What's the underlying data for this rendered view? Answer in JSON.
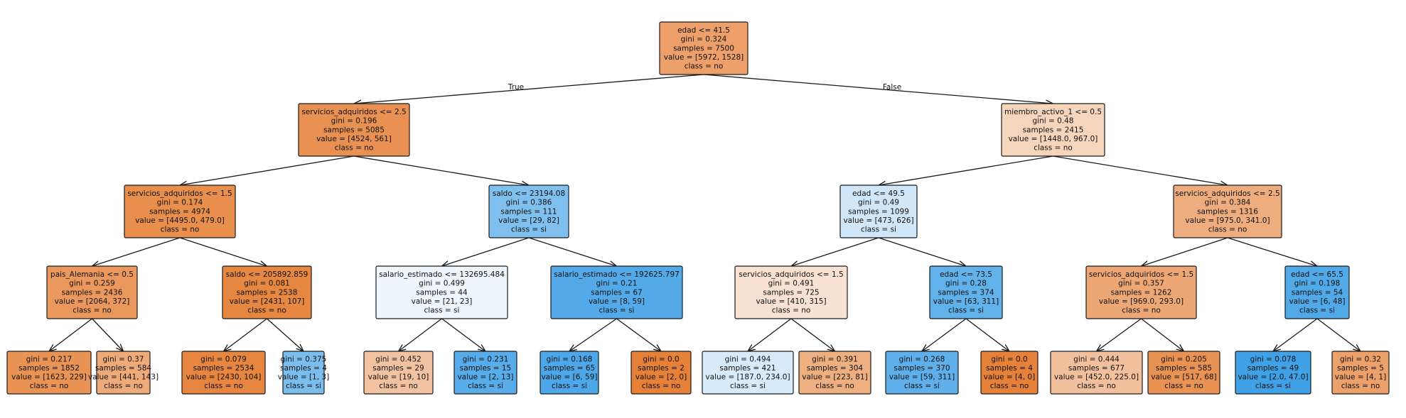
{
  "edge_labels": {
    "left": "True",
    "right": "False"
  },
  "nodes": [
    {
      "id": "n0",
      "lines": [
        "edad <= 41.5",
        "gini = 0.324",
        "samples = 7500",
        "value = [5972, 1528]",
        "class = no"
      ],
      "fill": "#eda06a",
      "children": [
        "n1",
        "n16"
      ]
    },
    {
      "id": "n1",
      "lines": [
        "servicios_adquiridos <= 2.5",
        "gini = 0.196",
        "samples = 5085",
        "value = [4524, 561]",
        "class = no"
      ],
      "fill": "#e99152",
      "children": [
        "n2",
        "n9"
      ]
    },
    {
      "id": "n2",
      "lines": [
        "servicios_adquiridos <= 1.5",
        "gini = 0.174",
        "samples = 4974",
        "value = [4495.0, 479.0]",
        "class = no"
      ],
      "fill": "#e88f4e",
      "children": [
        "n3",
        "n6"
      ]
    },
    {
      "id": "n3",
      "lines": [
        "pais_Alemania <= 0.5",
        "gini = 0.259",
        "samples = 2436",
        "value = [2064, 372]",
        "class = no"
      ],
      "fill": "#ea985d",
      "children": [
        "n4",
        "n5"
      ]
    },
    {
      "id": "n4",
      "lines": [
        "gini = 0.217",
        "samples = 1852",
        "value = [1623, 229]",
        "class = no"
      ],
      "fill": "#e99355",
      "children": []
    },
    {
      "id": "n5",
      "lines": [
        "gini = 0.37",
        "samples = 584",
        "value = [441, 143]",
        "class = no"
      ],
      "fill": "#eeaa79",
      "children": []
    },
    {
      "id": "n6",
      "lines": [
        "saldo <= 205892.859",
        "gini = 0.081",
        "samples = 2538",
        "value = [2431, 107]",
        "class = no"
      ],
      "fill": "#e68742",
      "children": [
        "n7",
        "n8"
      ]
    },
    {
      "id": "n7",
      "lines": [
        "gini = 0.079",
        "samples = 2534",
        "value = [2430, 104]",
        "class = no"
      ],
      "fill": "#e68641",
      "children": []
    },
    {
      "id": "n8",
      "lines": [
        "gini = 0.375",
        "samples = 4",
        "value = [1, 3]",
        "class = si"
      ],
      "fill": "#7bbeee",
      "children": []
    },
    {
      "id": "n9",
      "lines": [
        "saldo <= 23194.08",
        "gini = 0.386",
        "samples = 111",
        "value = [29, 82]",
        "class = si"
      ],
      "fill": "#7fc0ee",
      "children": [
        "n10",
        "n13"
      ]
    },
    {
      "id": "n10",
      "lines": [
        "salario_estimado <= 132695.484",
        "gini = 0.499",
        "samples = 44",
        "value = [21, 23]",
        "class = si"
      ],
      "fill": "#eef6fd",
      "children": [
        "n11",
        "n12"
      ]
    },
    {
      "id": "n11",
      "lines": [
        "gini = 0.452",
        "samples = 29",
        "value = [19, 10]",
        "class = no"
      ],
      "fill": "#f3c3a1",
      "children": []
    },
    {
      "id": "n12",
      "lines": [
        "gini = 0.231",
        "samples = 15",
        "value = [2, 13]",
        "class = si"
      ],
      "fill": "#57ace9",
      "children": []
    },
    {
      "id": "n13",
      "lines": [
        "salario_estimado <= 192625.797",
        "gini = 0.21",
        "samples = 67",
        "value = [8, 59]",
        "class = si"
      ],
      "fill": "#54aae9",
      "children": [
        "n14",
        "n15"
      ]
    },
    {
      "id": "n14",
      "lines": [
        "gini = 0.168",
        "samples = 65",
        "value = [6, 59]",
        "class = si"
      ],
      "fill": "#4da7e8",
      "children": []
    },
    {
      "id": "n15",
      "lines": [
        "gini = 0.0",
        "samples = 2",
        "value = [2, 0]",
        "class = no"
      ],
      "fill": "#e58139",
      "children": []
    },
    {
      "id": "n16",
      "lines": [
        "miembro_activo_1 <= 0.5",
        "gini = 0.48",
        "samples = 2415",
        "value = [1448.0, 967.0]",
        "class = no"
      ],
      "fill": "#f6d5bd",
      "children": [
        "n17",
        "n24"
      ]
    },
    {
      "id": "n17",
      "lines": [
        "edad <= 49.5",
        "gini = 0.49",
        "samples = 1099",
        "value = [473, 626]",
        "class = si"
      ],
      "fill": "#cfe7f9",
      "children": [
        "n18",
        "n21"
      ]
    },
    {
      "id": "n18",
      "lines": [
        "servicios_adquiridos <= 1.5",
        "gini = 0.491",
        "samples = 725",
        "value = [410, 315]",
        "class = no"
      ],
      "fill": "#f9e2d1",
      "children": [
        "n19",
        "n20"
      ]
    },
    {
      "id": "n19",
      "lines": [
        "gini = 0.494",
        "samples = 421",
        "value = [187.0, 234.0]",
        "class = si"
      ],
      "fill": "#d7ebfa",
      "children": []
    },
    {
      "id": "n20",
      "lines": [
        "gini = 0.391",
        "samples = 304",
        "value = [223, 81]",
        "class = no"
      ],
      "fill": "#eeaf81",
      "children": []
    },
    {
      "id": "n21",
      "lines": [
        "edad <= 73.5",
        "gini = 0.28",
        "samples = 374",
        "value = [63, 311]",
        "class = si"
      ],
      "fill": "#61b1ea",
      "children": [
        "n22",
        "n23"
      ]
    },
    {
      "id": "n22",
      "lines": [
        "gini = 0.268",
        "samples = 370",
        "value = [59, 311]",
        "class = si"
      ],
      "fill": "#5fb0ea",
      "children": []
    },
    {
      "id": "n23",
      "lines": [
        "gini = 0.0",
        "samples = 4",
        "value = [4, 0]",
        "class = no"
      ],
      "fill": "#e58139",
      "children": []
    },
    {
      "id": "n24",
      "lines": [
        "servicios_adquiridos <= 2.5",
        "gini = 0.384",
        "samples = 1316",
        "value = [975.0, 341.0]",
        "class = no"
      ],
      "fill": "#eead7e",
      "children": [
        "n25",
        "n28"
      ]
    },
    {
      "id": "n25",
      "lines": [
        "servicios_adquiridos <= 1.5",
        "gini = 0.357",
        "samples = 1262",
        "value = [969.0, 293.0]",
        "class = no"
      ],
      "fill": "#eda775",
      "children": [
        "n26",
        "n27"
      ]
    },
    {
      "id": "n26",
      "lines": [
        "gini = 0.444",
        "samples = 677",
        "value = [452.0, 225.0]",
        "class = no"
      ],
      "fill": "#f2c09c",
      "children": []
    },
    {
      "id": "n27",
      "lines": [
        "gini = 0.205",
        "samples = 585",
        "value = [517, 68]",
        "class = no"
      ],
      "fill": "#e89253",
      "children": []
    },
    {
      "id": "n28",
      "lines": [
        "edad <= 65.5",
        "gini = 0.198",
        "samples = 54",
        "value = [6, 48]",
        "class = si"
      ],
      "fill": "#52a9e8",
      "children": [
        "n29",
        "n30"
      ]
    },
    {
      "id": "n29",
      "lines": [
        "gini = 0.078",
        "samples = 49",
        "value = [2.0, 47.0]",
        "class = si"
      ],
      "fill": "#41a1e6",
      "children": []
    },
    {
      "id": "n30",
      "lines": [
        "gini = 0.32",
        "samples = 5",
        "value = [4, 1]",
        "class = no"
      ],
      "fill": "#eca06a",
      "children": []
    }
  ]
}
